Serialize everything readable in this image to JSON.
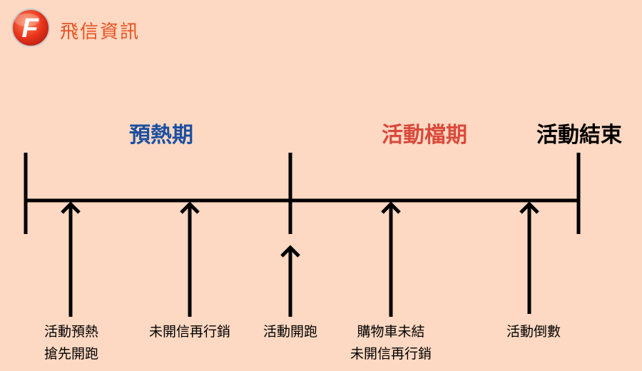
{
  "brand": {
    "name": "飛信資訊",
    "logo_letter": "F",
    "color": "#e8521f"
  },
  "background": "#fdd8c2",
  "phases": {
    "preheat": {
      "label": "預熱期",
      "color": "#1a4fa0"
    },
    "active": {
      "label": "活動檔期",
      "color": "#d94a3c"
    },
    "end": {
      "label": "活動結束",
      "color": "#000000"
    }
  },
  "events": [
    {
      "lines": [
        "活動預熱",
        "搶先開跑"
      ]
    },
    {
      "lines": [
        "未開信再行銷"
      ]
    },
    {
      "lines": [
        "活動開跑"
      ]
    },
    {
      "lines": [
        "購物車未結",
        "未開信再行銷"
      ]
    },
    {
      "lines": [
        "活動倒數"
      ]
    }
  ]
}
